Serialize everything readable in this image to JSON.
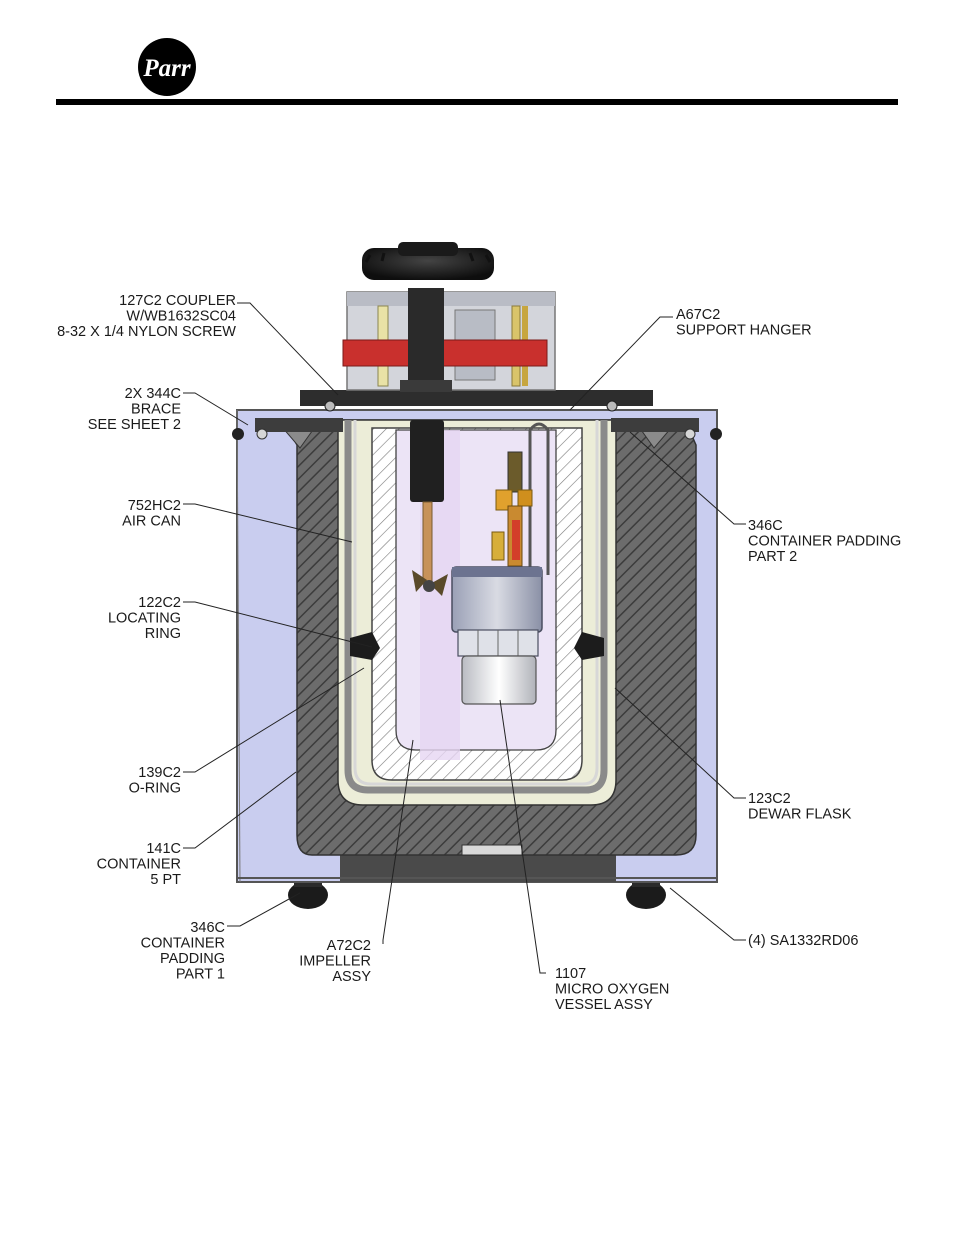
{
  "header": {
    "logo_text": "Parr",
    "rule_color": "#000000"
  },
  "diagram": {
    "colors": {
      "case": "#c9cdef",
      "padding": "#6c6c6c",
      "pad_light": "#ecedd8",
      "flask_inner": "#ece4f6",
      "plate": "#2d2d2d",
      "coupler_bar": "#c9302d",
      "vessel": "#7f88a6",
      "vessel_body": "#cfd1d8"
    },
    "labels": [
      {
        "id": "coupler",
        "lines": [
          "127C2 COUPLER",
          "W/WB1632SC04",
          "8-32 X 1/4 NYLON SCREW"
        ]
      },
      {
        "id": "brace",
        "lines": [
          "2X 344C",
          "BRACE",
          "SEE SHEET 2"
        ]
      },
      {
        "id": "air-can",
        "lines": [
          "752HC2",
          "AIR CAN"
        ]
      },
      {
        "id": "locating-ring",
        "lines": [
          "122C2",
          "LOCATING",
          "RING"
        ]
      },
      {
        "id": "o-ring",
        "lines": [
          "139C2",
          "O-RING"
        ]
      },
      {
        "id": "container",
        "lines": [
          "141C",
          "CONTAINER",
          "5 PT"
        ]
      },
      {
        "id": "padding-part-1",
        "lines": [
          "346C",
          "CONTAINER",
          "PADDING",
          "PART 1"
        ]
      },
      {
        "id": "impeller",
        "lines": [
          "A72C2",
          "IMPELLER",
          "ASSY"
        ]
      },
      {
        "id": "vessel",
        "lines": [
          "1107",
          "MICRO OXYGEN",
          "VESSEL ASSY"
        ]
      },
      {
        "id": "support-hanger",
        "lines": [
          "A67C2",
          "SUPPORT HANGER"
        ]
      },
      {
        "id": "padding-part-2",
        "lines": [
          "346C",
          "CONTAINER PADDING",
          "PART 2"
        ]
      },
      {
        "id": "dewar-flask",
        "lines": [
          "123C2",
          "DEWAR FLASK"
        ]
      },
      {
        "id": "feet",
        "lines": [
          "(4) SA1332RD06"
        ]
      }
    ]
  }
}
